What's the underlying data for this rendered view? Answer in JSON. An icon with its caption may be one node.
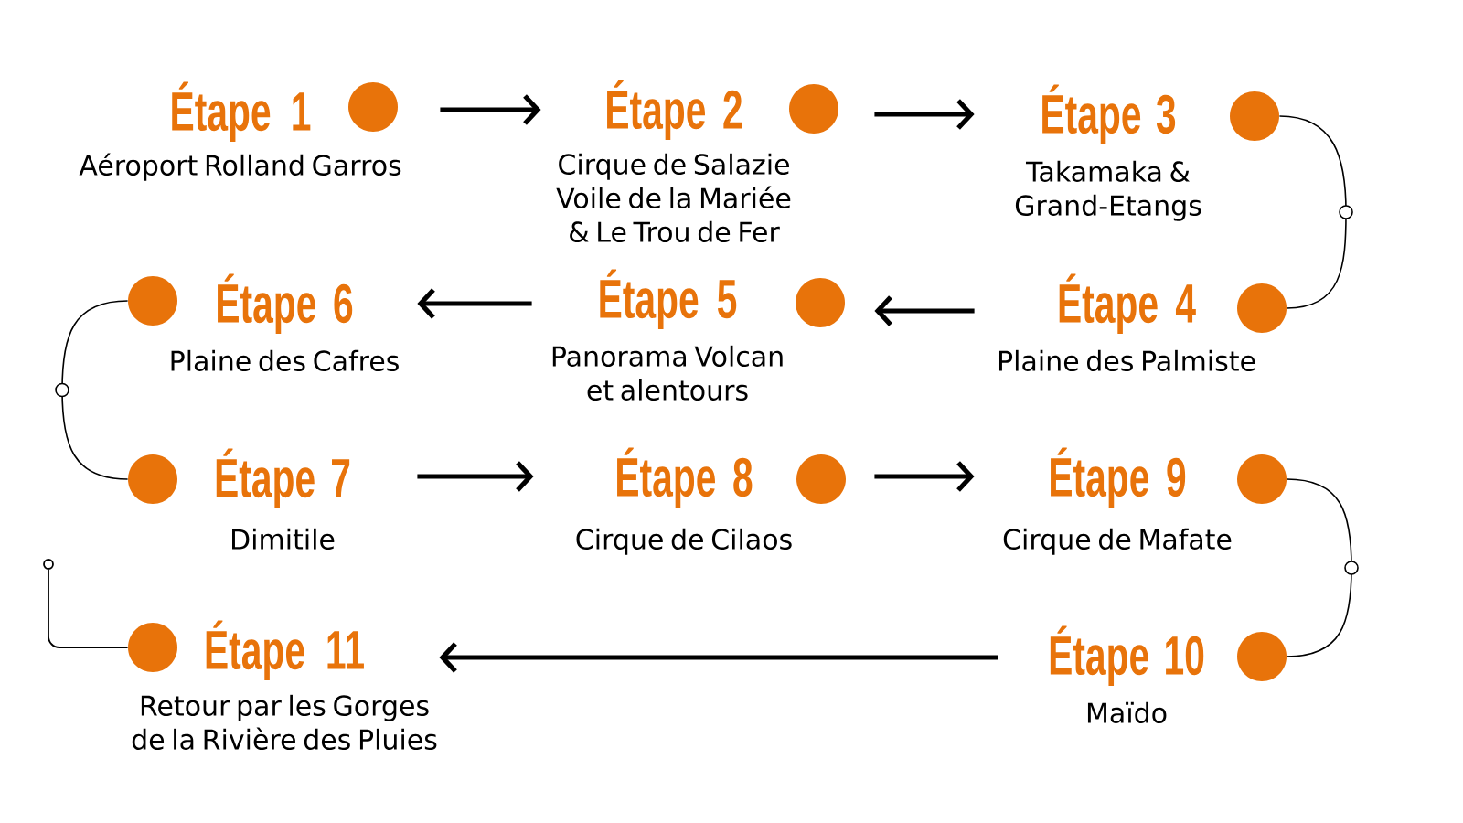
{
  "diagram": {
    "nodes": [
      {
        "text": [
          "Étape 1",
          "Aéroport Rolland Garros"
        ]
      },
      {
        "text": [
          "Étape 2",
          "Cirque de Salazie Voile de la Mariée & Le Trou de Fer"
        ]
      },
      {
        "text": [
          "Étape 3",
          "Takamaka & Grand-Etangs"
        ]
      },
      {
        "text": [
          "Étape 4",
          "Plaine des Palmiste"
        ]
      },
      {
        "text": [
          "Étape 5",
          "Panorama Volcan et alentours"
        ]
      },
      {
        "text": [
          "Étape 6",
          "Plaine des Cafres"
        ]
      },
      {
        "text": [
          "Étape 7",
          "Dimitile"
        ]
      },
      {
        "text": [
          "Étape 8",
          "Cirque de Cilaos"
        ]
      },
      {
        "text": [
          "Étape 9",
          "Cirque de Mafate"
        ]
      },
      {
        "text": [
          "Étape 10",
          "Maïdo"
        ]
      },
      {
        "text": [
          "Étape 11",
          "Retour par les Gorges de la Rivière des Pluies"
        ]
      },
      {
        "text": [],
        "shape": "circle"
      }
    ],
    "edges": [
      {
        "from": 0,
        "to": 1,
        "arrow": "to"
      },
      {
        "from": 1,
        "to": 2,
        "arrow": "to"
      },
      {
        "from": 3,
        "to": 4,
        "arrow": "to"
      },
      {
        "from": 4,
        "to": 5,
        "arrow": "to"
      },
      {
        "from": 6,
        "to": 7,
        "arrow": "to"
      },
      {
        "from": 7,
        "to": 8,
        "arrow": "to"
      },
      {
        "from": 9,
        "to": 10,
        "arrow": "to"
      },
      {
        "from": 2,
        "to": 3,
        "arrow": "none"
      },
      {
        "from": 5,
        "to": 6,
        "arrow": "none"
      },
      {
        "from": 8,
        "to": 9,
        "arrow": "none"
      },
      {
        "from": 10,
        "to": 11,
        "arrow": "none"
      }
    ]
  }
}
